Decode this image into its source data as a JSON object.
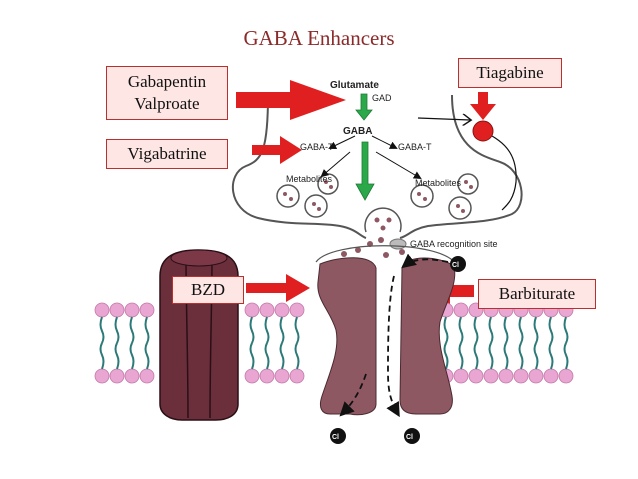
{
  "title": "GABA  Enhancers",
  "boxes": {
    "gabapentin_valproate": [
      "Gabapentin",
      "Valproate"
    ],
    "vigabatrine": "Vigabatrine",
    "tiagabine": "Tiagabine",
    "bzd": "BZD",
    "barbiturate": "Barbiturate"
  },
  "diagram": {
    "glutamate": "Glutamate",
    "gad": "GAD",
    "gaba": "GABA",
    "gaba_t_left": "GABA-T",
    "gaba_t_right": "GABA-T",
    "metabolites_left": "Metabolites",
    "metabolites_right": "Metabolites",
    "recognition_site": "GABA recognition site",
    "cl": "Cl"
  },
  "colors": {
    "arrow_red": "#e02020",
    "arrow_green": "#2aa84a",
    "receptor": "#8e5862",
    "bzd_channel": "#6b2f3c",
    "membrane_head": "#e9a6d2",
    "membrane_tail": "#2c7a78",
    "box_fill": "#fde6e4",
    "box_border": "#b9312f",
    "title": "#8b2a2a"
  }
}
